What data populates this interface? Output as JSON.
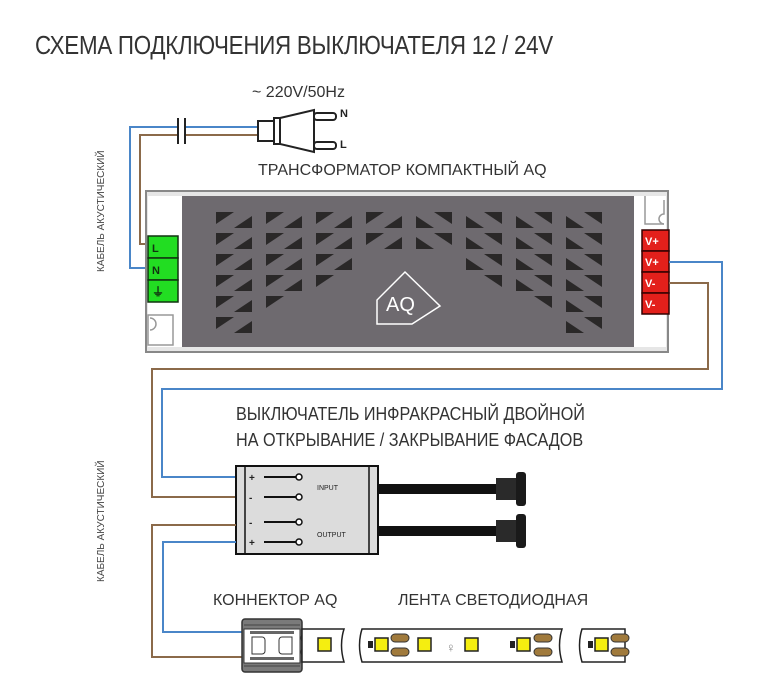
{
  "title": "СХЕМА ПОДКЛЮЧЕНИЯ ВЫКЛЮЧАТЕЛЯ 12 / 24V",
  "mains": {
    "voltage_label": "~ 220V/50Hz",
    "plug_pins": [
      "N",
      "L"
    ]
  },
  "cable_label_top": "КАБЕЛЬ АКУСТИЧЕСКИЙ",
  "cable_label_bottom": "КАБЕЛЬ АКУСТИЧЕСКИЙ",
  "transformer": {
    "label": "ТРАНСФОРМАТОР КОМПАКТНЫЙ AQ",
    "input_terminals": [
      "L",
      "N",
      "⏚"
    ],
    "output_terminals": [
      "V+",
      "V+",
      "V-",
      "V-"
    ],
    "logo": "AQ",
    "colors": {
      "body": "#6e6a6f",
      "input": "#22dd22",
      "output": "#e3201b"
    }
  },
  "switch": {
    "label_line1": "ВЫКЛЮЧАТЕЛЬ ИНФРАКРАСНЫЙ ДВОЙНОЙ",
    "label_line2": "НА ОТКРЫВАНИЕ / ЗАКРЫВАНИЕ ФАСАДОВ",
    "input_label": "INPUT",
    "output_label": "OUTPUT",
    "pins": [
      "+",
      "-",
      "-",
      "+"
    ]
  },
  "connector": {
    "label": "КОННЕКТОР AQ"
  },
  "tape": {
    "label": "ЛЕНТА СВЕТОДИОДНАЯ"
  },
  "wire_colors": {
    "blue": "#4a86c8",
    "brown": "#8b6a4a"
  }
}
